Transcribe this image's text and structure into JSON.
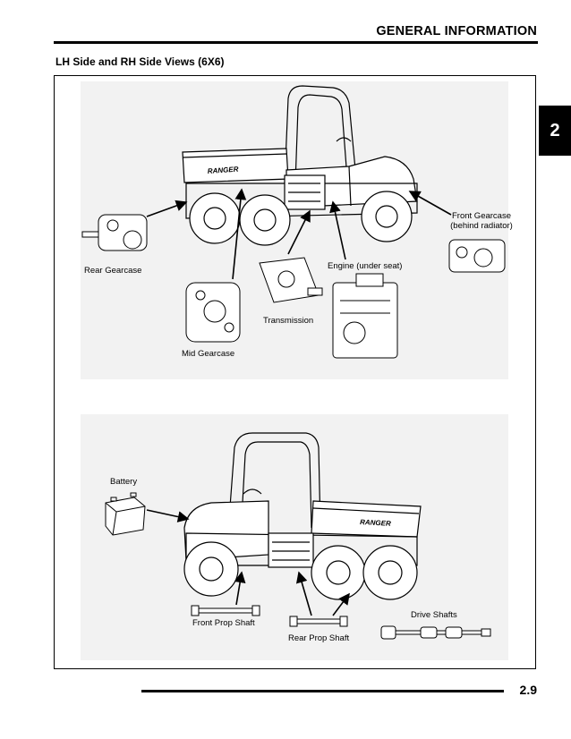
{
  "header": {
    "title": "GENERAL INFORMATION"
  },
  "chapter_tab": "2",
  "section_title": "LH Side and RH Side Views (6X6)",
  "top_view": {
    "labels": {
      "front_gearcase_line1": "Front Gearcase",
      "front_gearcase_line2": "(behind radiator)",
      "rear_gearcase": "Rear Gearcase",
      "engine": "Engine (under seat)",
      "transmission": "Transmission",
      "mid_gearcase": "Mid Gearcase"
    },
    "decal": "RANGER"
  },
  "bottom_view": {
    "labels": {
      "battery": "Battery",
      "front_prop_shaft": "Front Prop Shaft",
      "rear_prop_shaft": "Rear Prop Shaft",
      "drive_shafts": "Drive Shafts"
    },
    "decal": "RANGER"
  },
  "footer": {
    "page_number": "2.9"
  }
}
